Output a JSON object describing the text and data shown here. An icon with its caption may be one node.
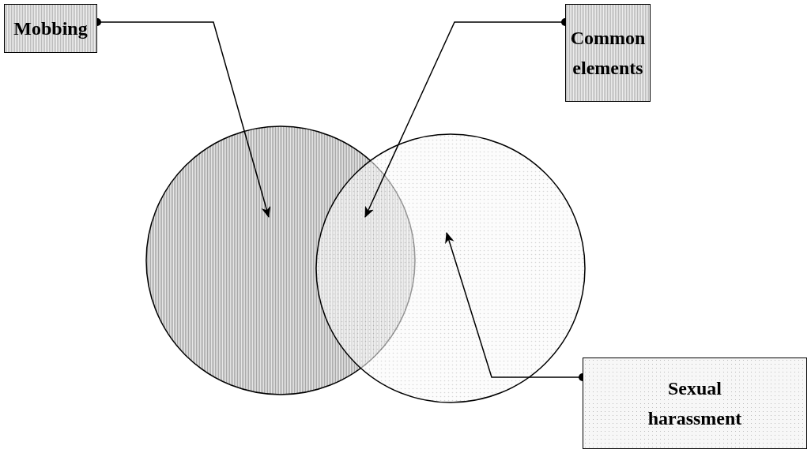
{
  "diagram": {
    "nodes": [
      {
        "text": [
          "Mobbing"
        ]
      },
      {
        "text": [
          "Common elements"
        ]
      },
      {
        "text": [
          "Sexual harassment"
        ]
      },
      {
        "text": [],
        "shape": "circle"
      },
      {
        "text": [],
        "shape": "circle"
      }
    ],
    "edges": [
      {
        "from": 0,
        "to": 3,
        "arrow": "to"
      },
      {
        "from": 1,
        "to": 3,
        "arrow": "to"
      },
      {
        "from": 2,
        "to": 4,
        "arrow": "to"
      }
    ]
  }
}
